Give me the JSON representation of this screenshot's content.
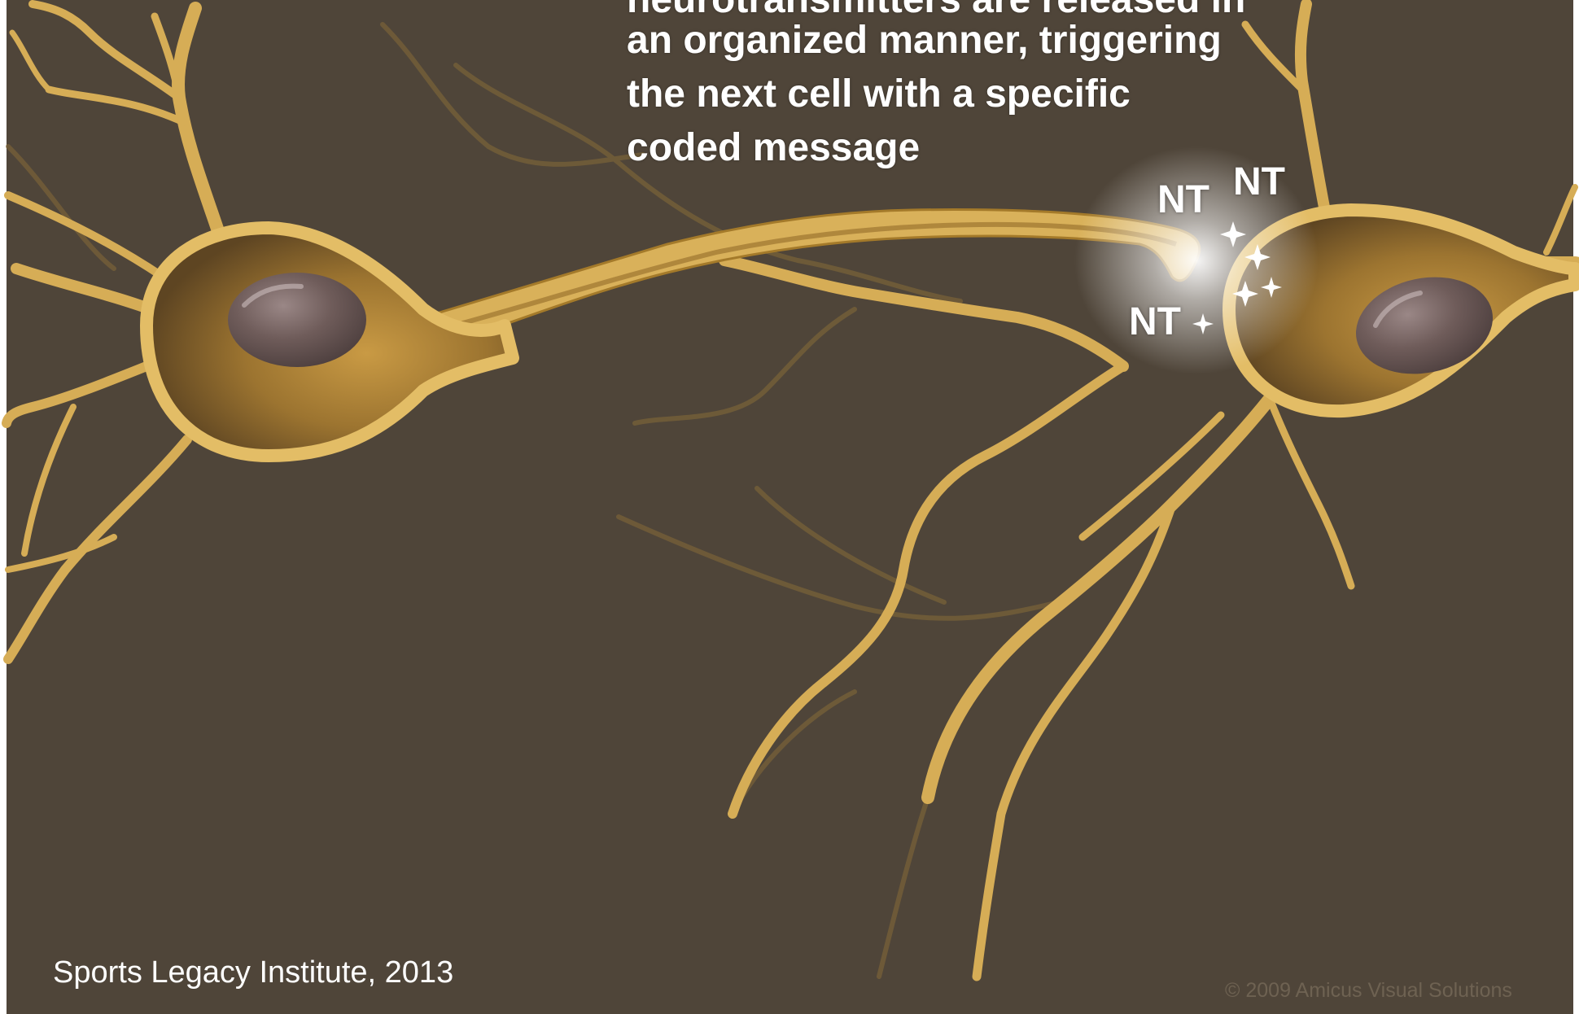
{
  "caption": {
    "lines": [
      "neurotransmitters are released in",
      "an organized manner, triggering",
      "the next cell with a specific",
      "coded message"
    ]
  },
  "labels": {
    "nt_top_left": "NT",
    "nt_top_right": "NT",
    "nt_bottom": "NT"
  },
  "footer": {
    "citation": "Sports Legacy Institute, 2013",
    "watermark": "© 2009 Amicus Visual Solutions"
  },
  "colors": {
    "background": "#4f4539",
    "neuron": "#d9b15a",
    "neuron_dark": "#a87f2c",
    "nucleus": "#6d5a58",
    "text": "#ffffff"
  }
}
